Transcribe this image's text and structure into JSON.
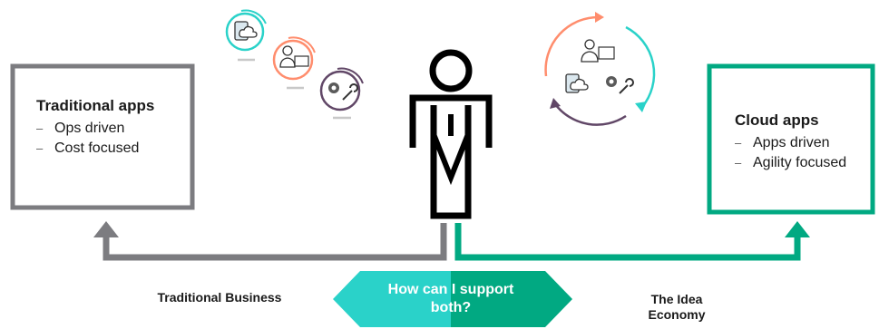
{
  "left_box": {
    "title": "Traditional apps",
    "bullets": [
      "Ops driven",
      "Cost focused"
    ]
  },
  "right_box": {
    "title": "Cloud apps",
    "bullets": [
      "Apps driven",
      "Agility focused"
    ]
  },
  "bottom_left_label": "Traditional Business",
  "bottom_right_label": "The Idea Economy",
  "center_question": "How can I support both?",
  "colors": {
    "traditional": "#7c7c80",
    "cloud": "#01a982",
    "teal_light": "#2ad2c9",
    "orange": "#ff8d6d",
    "purple": "#614767",
    "figure": "#000000"
  },
  "icons": [
    "tablet-cloud-icon",
    "developer-code-icon",
    "gear-wrench-icon",
    "cycle-arrows-icon",
    "person-figure-icon"
  ]
}
